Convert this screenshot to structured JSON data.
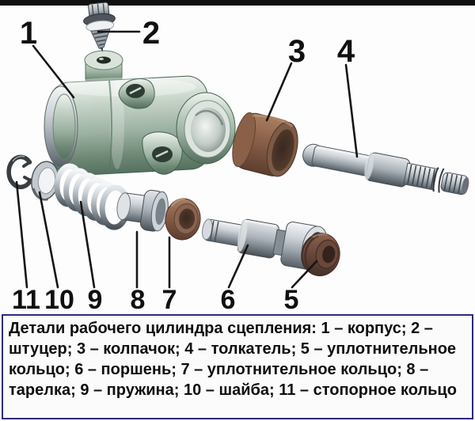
{
  "diagram": {
    "title": "Детали рабочего цилиндра сцепления",
    "callouts": [
      {
        "num": "1",
        "part": "корпус"
      },
      {
        "num": "2",
        "part": "штуцер"
      },
      {
        "num": "3",
        "part": "колпачок"
      },
      {
        "num": "4",
        "part": "толкатель"
      },
      {
        "num": "5",
        "part": "уплотнительное кольцо"
      },
      {
        "num": "6",
        "part": "поршень"
      },
      {
        "num": "7",
        "part": "уплотнительное кольцо"
      },
      {
        "num": "8",
        "part": "тарелка"
      },
      {
        "num": "9",
        "part": "пружина"
      },
      {
        "num": "10",
        "part": "шайба"
      },
      {
        "num": "11",
        "part": "стопорное кольцо"
      }
    ]
  },
  "caption": {
    "text": "Детали рабочего цилиндра сцепления: 1 – корпус; 2 – штуцер; 3 – колпачок; 4 – толкатель; 5 – уплотнительное кольцо; 6 – поршень; 7 – уплотнительное кольцо; 8 – тарелка; 9 – пружина; 10 – шайба; 11 – стопорное кольцо"
  },
  "colors": {
    "body_green": "#9db2a2",
    "metal_gray": "#b6bdc4",
    "rubber_brown_cap": "#8a5f48",
    "rubber_brown_seal": "#6b483a",
    "caption_border": "#2b2b80",
    "top_bar": "#101010",
    "background": "#fdfdfd"
  }
}
